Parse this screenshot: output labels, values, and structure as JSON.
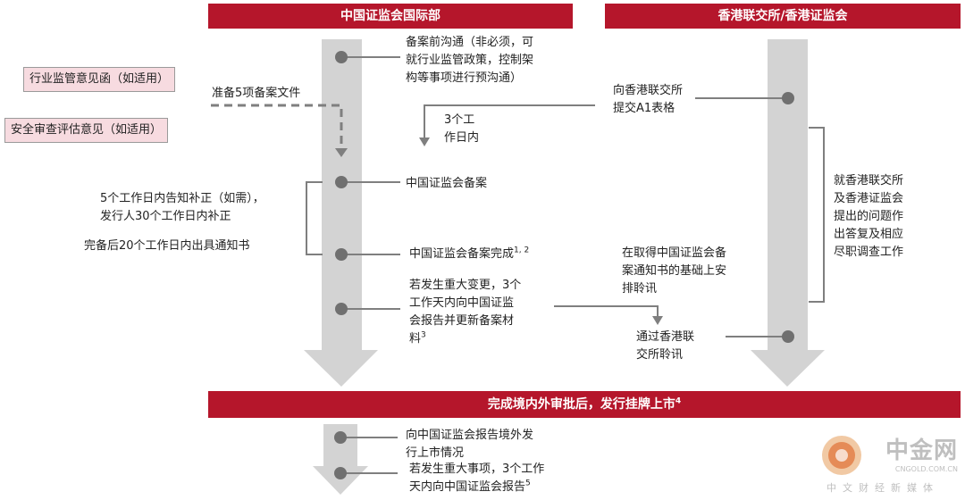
{
  "headers": {
    "csrc": "中国证监会国际部",
    "hkex": "香港联交所/香港证监会",
    "approval": "完成境内外审批后，发行挂牌上市",
    "approval_sup": "4"
  },
  "left_boxes": {
    "regulator_opinion": "行业监管意见函（如适用）",
    "security_review": "安全审查评估意见（如适用）"
  },
  "labels": {
    "prepare_docs": "准备5项备案文件",
    "pre_comm_1": "备案前沟通（非必须，可",
    "pre_comm_2": "就行业监管政策，控制架",
    "pre_comm_3": "构等事项进行预沟通）",
    "three_days_1": "3个工",
    "three_days_2": "作日内",
    "csrc_filing": "中国证监会备案",
    "notify_1": "5个工作日内告知补正（如需），",
    "notify_2": "发行人30个工作日内补正",
    "issue_notice": "完备后20个工作日内出具通知书",
    "filing_complete": "中国证监会备案完成",
    "filing_complete_sup": "1, 2",
    "major_change_1": "若发生重大变更，3个",
    "major_change_2": "工作天内向中国证监",
    "major_change_3": "会报告并更新备案材",
    "major_change_4": "料",
    "major_change_sup": "3",
    "submit_a1_1": "向香港联交所",
    "submit_a1_2": "提交A1表格",
    "respond_1": "就香港联交所",
    "respond_2": "及香港证监会",
    "respond_3": "提出的问题作",
    "respond_4": "出答复及相应",
    "respond_5": "尽职调查工作",
    "hearing_arr_1": "在取得中国证监会备",
    "hearing_arr_2": "案通知书的基础上安",
    "hearing_arr_3": "排聆讯",
    "pass_hearing_1": "通过香港联",
    "pass_hearing_2": "交所聆讯",
    "report_overseas_1": "向中国证监会报告境外发",
    "report_overseas_2": "行上市情况",
    "major_event_1": "若发生重大事项，3个工作",
    "major_event_2": "天内向中国证监会报告",
    "major_event_sup": "5"
  },
  "logo": {
    "name": "中金网",
    "url": "CNGOLD.COM.CN",
    "tagline": "中文财经新媒体"
  },
  "colors": {
    "header_red": "#b5162b",
    "pink_box": "#f7dbe0",
    "flow_gray": "#d3d3d3",
    "dot_gray": "#707070",
    "line_gray": "#7f7f7f"
  }
}
